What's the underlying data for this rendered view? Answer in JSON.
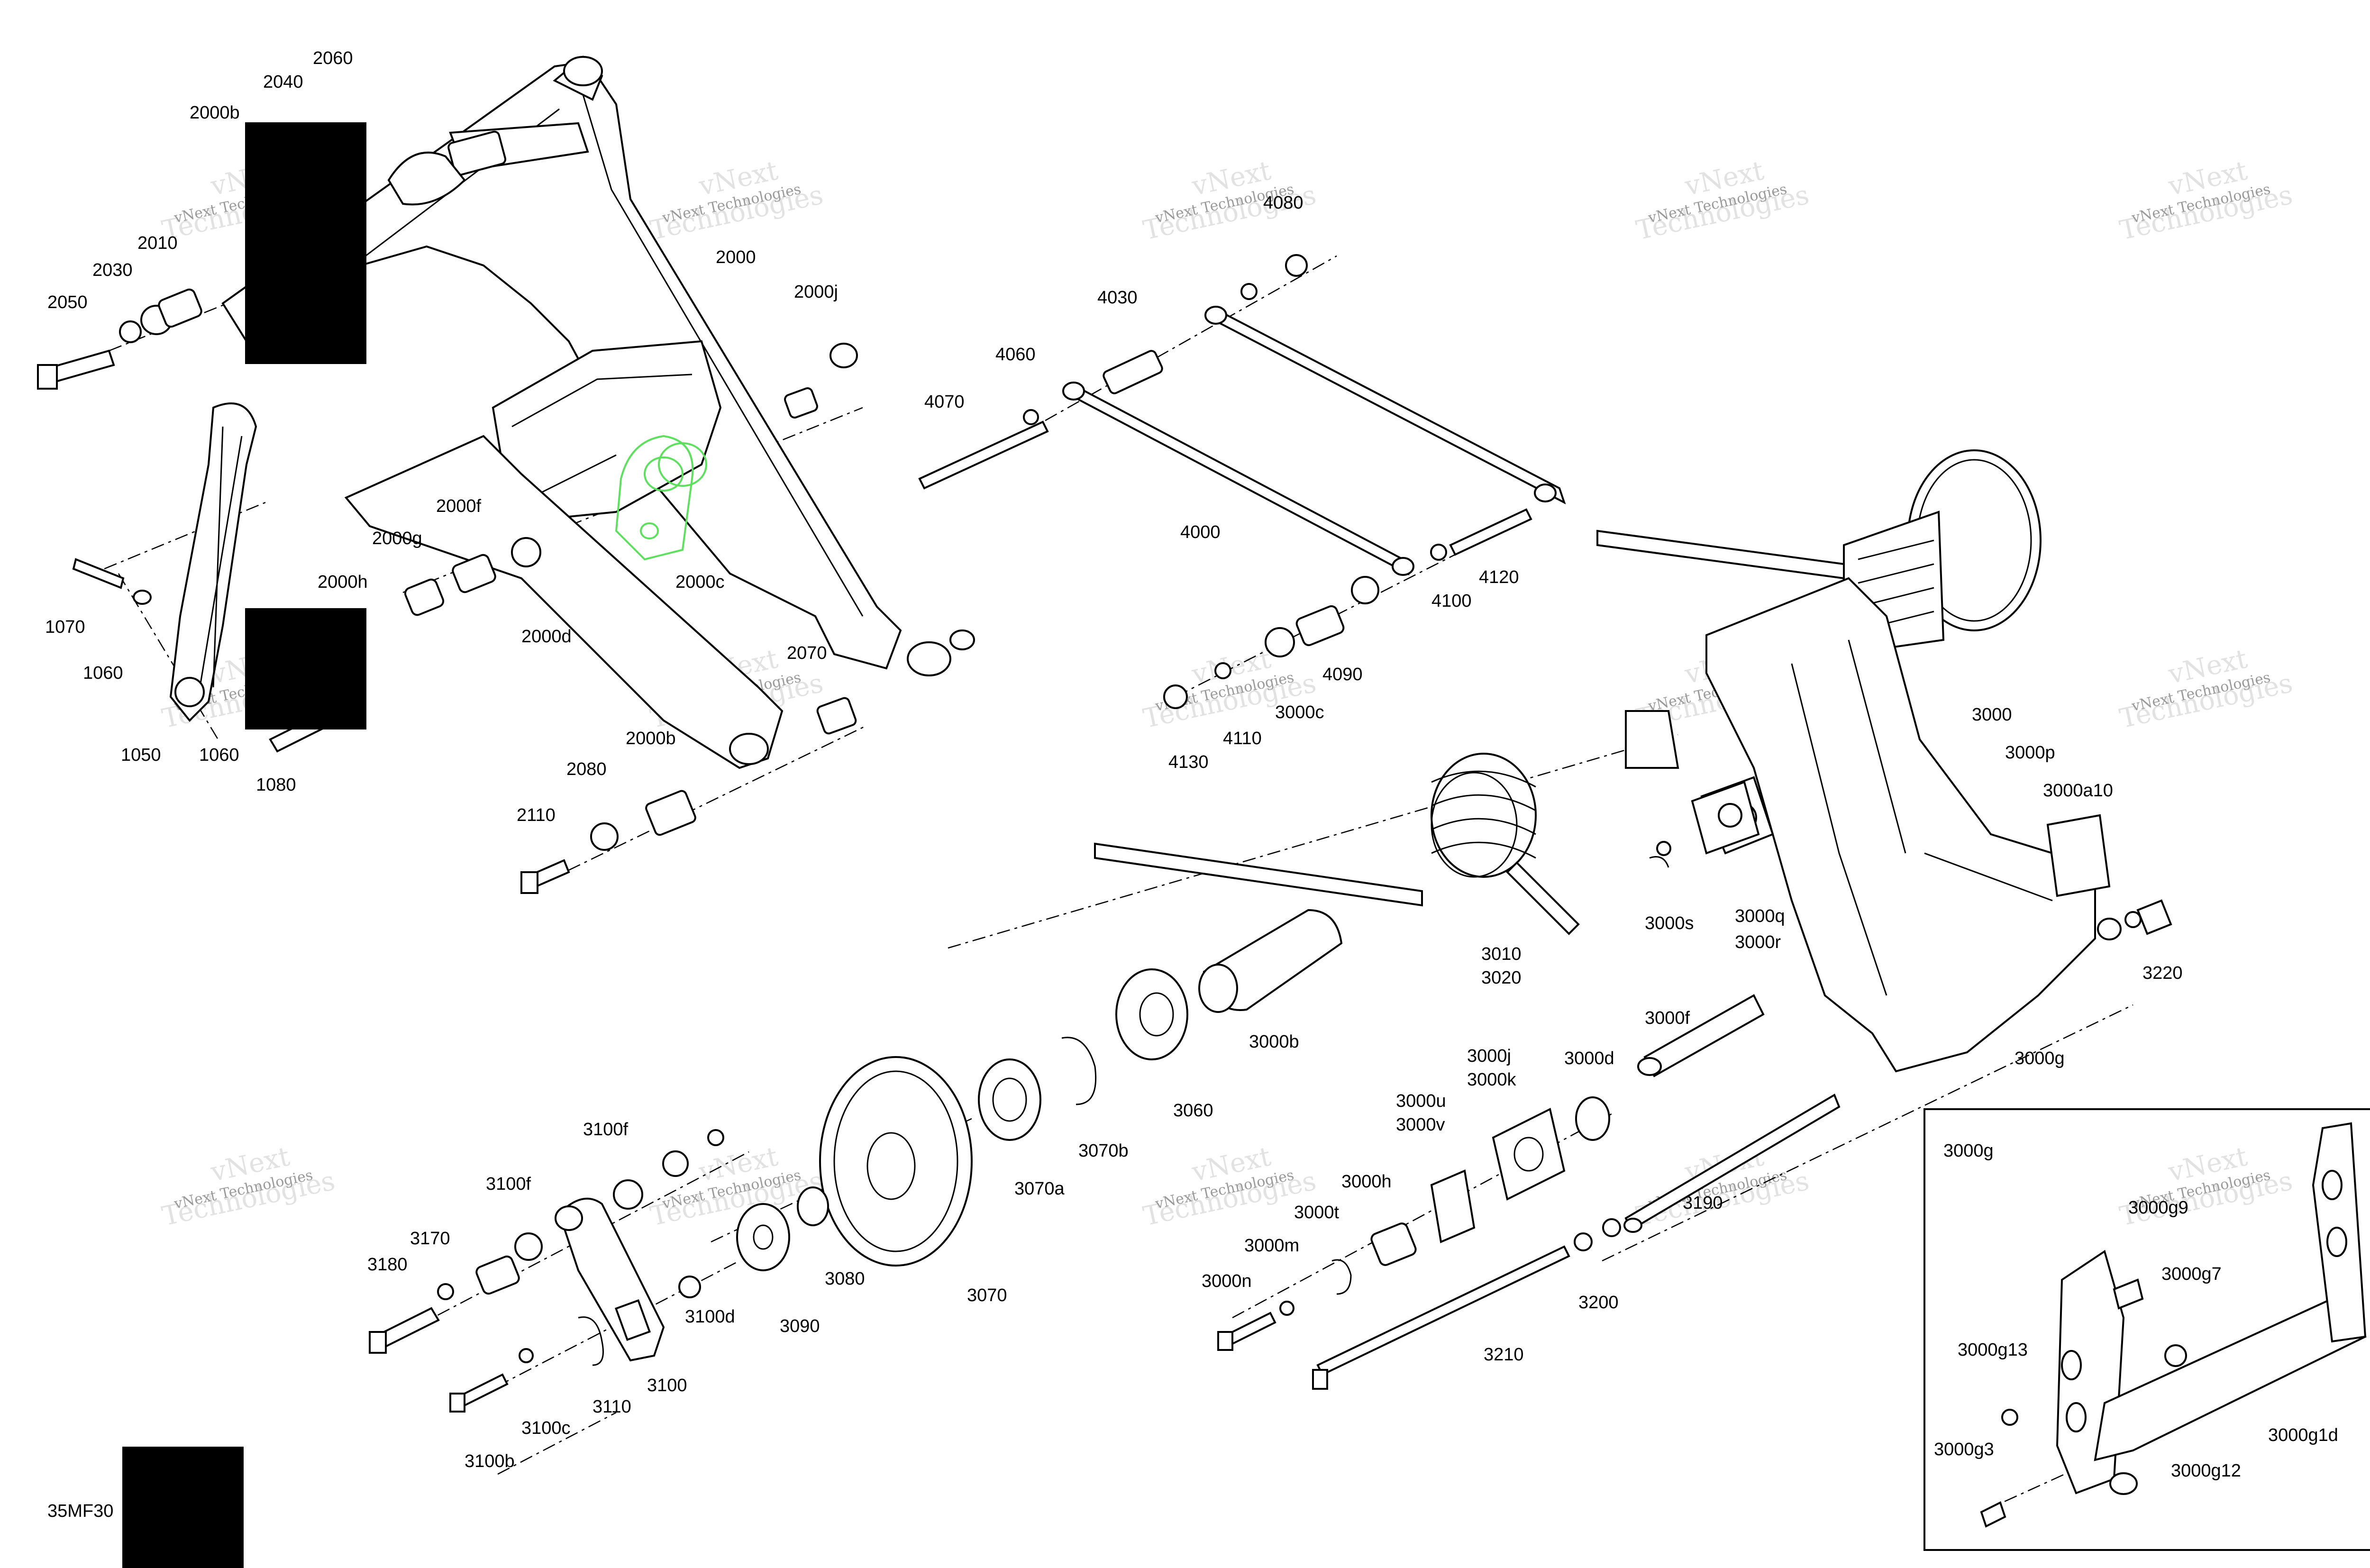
{
  "diagram": {
    "code_prefix": "35MF30",
    "watermark": {
      "line1": "vNext",
      "line2": "Technologies",
      "combined": "vNext Technologies"
    },
    "inset_title": "3000g",
    "labels": [
      "2000b",
      "2040",
      "2060",
      "2010",
      "2030",
      "2050",
      "2000",
      "2000j",
      "1070",
      "1060",
      "2000f",
      "2000g",
      "2000h",
      "2000d",
      "2000c",
      "2070",
      "1050",
      "1060",
      "1080",
      "2080",
      "2000b",
      "2110",
      "4080",
      "4030",
      "4060",
      "4070",
      "4000",
      "4120",
      "4100",
      "4090",
      "3000c",
      "4110",
      "4130",
      "3000",
      "3000p",
      "3000a10",
      "3000s",
      "3000q",
      "3000r",
      "3010",
      "3020",
      "3000b",
      "3220",
      "3000g",
      "3000f",
      "3000d",
      "3000j",
      "3000k",
      "3060",
      "3070b",
      "3070a",
      "3070",
      "3080",
      "3090",
      "3100d",
      "3100f",
      "3100f",
      "3170",
      "3180",
      "3110",
      "3100",
      "3100c",
      "3100b",
      "3000u",
      "3000v",
      "3000h",
      "3000t",
      "3000m",
      "3000n",
      "3210",
      "3200",
      "3190",
      "3000g9",
      "3000g7",
      "3000g13",
      "3000g1d",
      "3000g3",
      "3000g12"
    ]
  }
}
